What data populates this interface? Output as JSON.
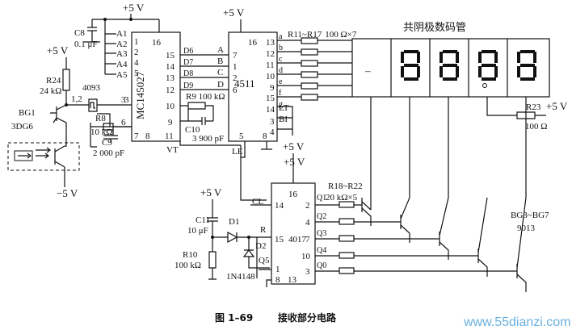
{
  "ics": {
    "counter": {
      "name": "MC145027",
      "pins": {
        "a1": "A1",
        "a2": "A2",
        "a3": "A3",
        "a4": "A4",
        "a5": "A5",
        "vdd": "16",
        "p15": "15",
        "p14": "14",
        "p13": "13",
        "p12": "12",
        "p10": "10",
        "p9": "9",
        "p11": "11",
        "p6": "6",
        "p7": "7",
        "p8": "8",
        "p3": "3",
        "p1": "1",
        "p2": "2",
        "p4": "4",
        "p5": "5",
        "d6": "D6",
        "d7": "D7",
        "d8": "D8",
        "d9": "D9",
        "vt": "VT"
      }
    },
    "decoder": {
      "name": "4511",
      "pins": {
        "vdd": "16",
        "p13": "13",
        "p12": "12",
        "p11": "11",
        "p10": "10",
        "p9": "9",
        "p15": "15",
        "p14": "14",
        "p7": "7",
        "p1": "1",
        "p2": "2",
        "p6": "6",
        "lt": "LT",
        "bi": "BI",
        "p3": "3",
        "p4": "4",
        "p5": "5",
        "p8": "8",
        "le": "LE",
        "seg_a": "a",
        "seg_b": "b",
        "seg_c": "c",
        "seg_d": "d",
        "seg_e": "e",
        "seg_f": "f",
        "seg_g": "g"
      }
    },
    "scanner": {
      "name": "4017",
      "pins": {
        "vdd": "16",
        "p14": "14",
        "p15": "15",
        "p8": "8",
        "p13": "13",
        "p2": "2",
        "p4": "4",
        "p7": "7",
        "p10": "10",
        "p1": "1",
        "p3": "3",
        "cl": "CL",
        "r": "R",
        "q1": "Q1",
        "q2": "Q2",
        "q3": "Q3",
        "q4": "Q4",
        "q0": "Q0"
      }
    },
    "schmitt": {
      "name": "4093",
      "pins": "1,2",
      "out": "3"
    }
  },
  "bus_labels": [
    "A",
    "B",
    "C",
    "D"
  ],
  "supplies": {
    "vcc": "+5 V",
    "vee": "−5 V"
  },
  "components": {
    "c8": {
      "ref": "C8",
      "value": "0.1 μF"
    },
    "r24": {
      "ref": "R24",
      "value": "24 kΩ"
    },
    "bg1": {
      "ref": "BG1",
      "type": "3DG6"
    },
    "r8": {
      "ref": "R8",
      "value": "10 kΩ"
    },
    "c9": {
      "ref": "C9",
      "value": "2 000 pF"
    },
    "r9": {
      "ref": "R9",
      "value": "100 kΩ"
    },
    "c10": {
      "ref": "C10",
      "value": "3 900 pF"
    },
    "seg_res": {
      "ref": "R11~R17",
      "value": "100 Ω×7"
    },
    "r23": {
      "ref": "R23",
      "value": "100 Ω"
    },
    "c11": {
      "ref": "C11",
      "value": "10 μF"
    },
    "d1": {
      "ref": "D1"
    },
    "d2": {
      "ref": "D2"
    },
    "q5": {
      "ref": "Q5"
    },
    "r10": {
      "ref": "R10",
      "value": "100 kΩ"
    },
    "diode_type": "1N4148",
    "dig_res": {
      "ref": "R18~R22",
      "value": "20 kΩ×5"
    },
    "dig_tr": {
      "ref": "BG3~BG7",
      "type": "9013"
    }
  },
  "display": {
    "title": "共阴极数码管",
    "first_digit": "–"
  },
  "caption": {
    "number": "图 1–69",
    "text": "接收部分电路"
  },
  "watermark": "www.55dianzi.com",
  "colors": {
    "ink": "#111111",
    "watermark": "#6ab0e0",
    "background": "#ffffff"
  }
}
